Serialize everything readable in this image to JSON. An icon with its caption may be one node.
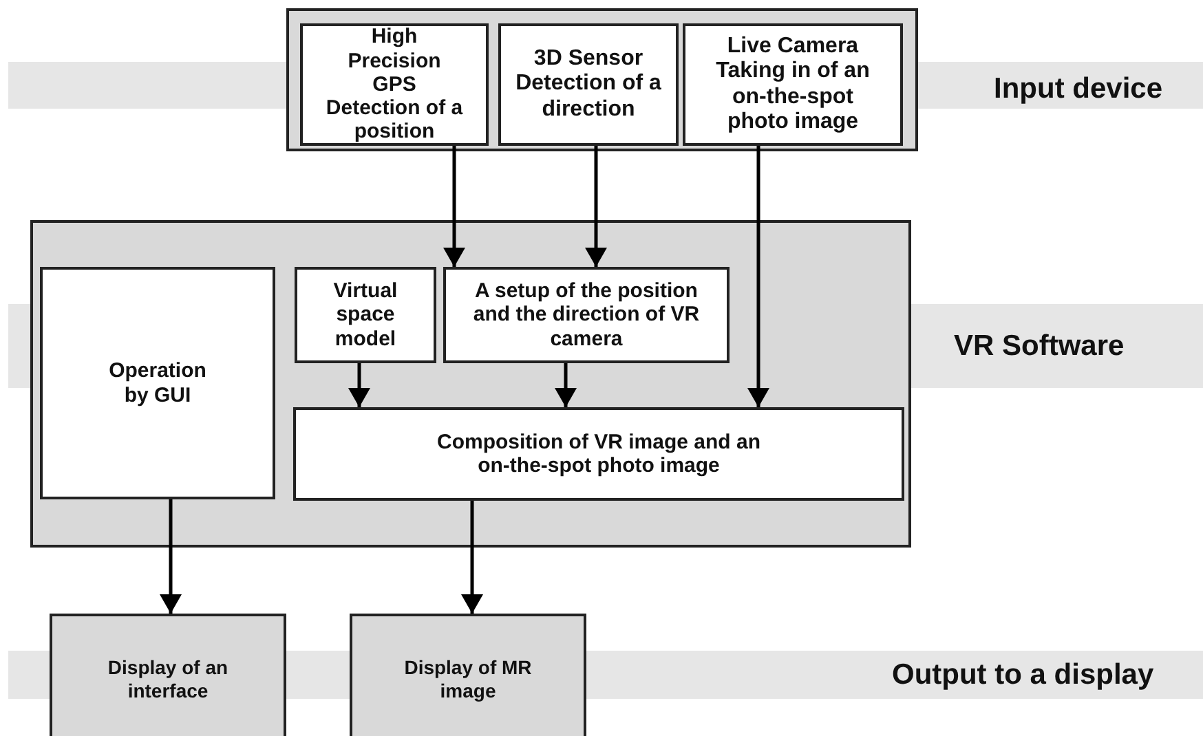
{
  "diagram": {
    "nodes": [
      {
        "text": [],
        "shape": "box"
      },
      {
        "text": [
          "High Precision GPS Detection of a position"
        ],
        "in": 0
      },
      {
        "text": [
          "3D Sensor Detection of a direction"
        ],
        "in": 0
      },
      {
        "text": [
          "Live Camera Taking in of an on-the-spot photo image"
        ],
        "in": 0
      },
      {
        "text": [],
        "shape": "box"
      },
      {
        "text": [
          "Operation by GUI"
        ],
        "in": 4
      },
      {
        "text": [
          "Virtual space model"
        ],
        "in": 4
      },
      {
        "text": [
          "A setup of the position and the direction of VR camera"
        ],
        "in": 4
      },
      {
        "text": [
          "Composition of VR image and an on-the-spot photo image"
        ],
        "in": 4
      },
      {
        "text": [
          "Display of an interface"
        ]
      },
      {
        "text": [
          "Display of MR image"
        ]
      }
    ],
    "edges": [
      {
        "from": 1,
        "to": 7,
        "arrow": "to"
      },
      {
        "from": 2,
        "to": 7,
        "arrow": "to"
      },
      {
        "from": 3,
        "to": 8,
        "arrow": "to"
      },
      {
        "from": 6,
        "to": 8,
        "arrow": "to"
      },
      {
        "from": 7,
        "to": 8,
        "arrow": "to"
      },
      {
        "from": 5,
        "to": 9,
        "arrow": "to"
      },
      {
        "from": 8,
        "to": 10,
        "arrow": "to"
      }
    ],
    "labels": [
      "Input device",
      "VR Software",
      "Output to a display"
    ]
  }
}
